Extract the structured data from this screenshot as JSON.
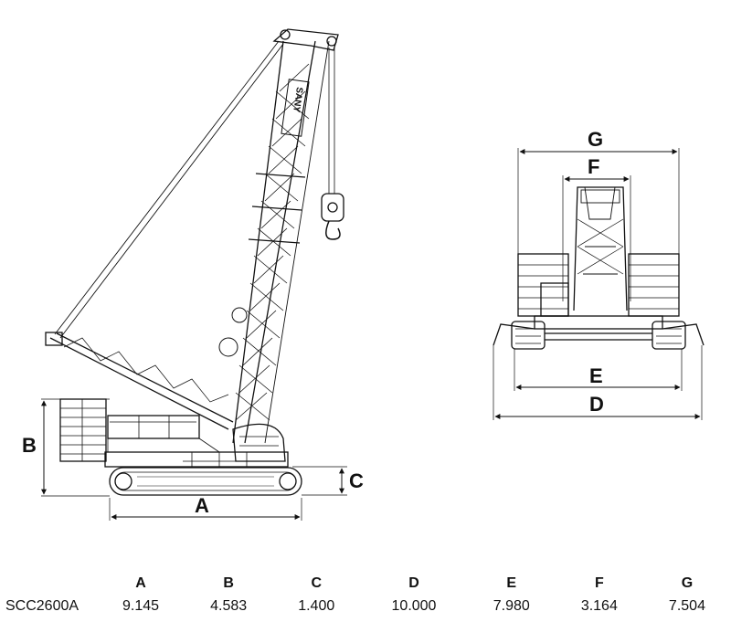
{
  "dimension_labels": {
    "side": [
      "A",
      "B",
      "C"
    ],
    "front": [
      "D",
      "E",
      "F",
      "G"
    ]
  },
  "boom_logo": "SANY",
  "spec_table": {
    "headers": [
      "A",
      "B",
      "C",
      "D",
      "E",
      "F",
      "G"
    ],
    "rows": [
      {
        "model": "SCC2600A",
        "values": [
          "9.145",
          "4.583",
          "1.400",
          "10.000",
          "7.980",
          "3.164",
          "7.504"
        ]
      }
    ]
  },
  "colors": {
    "line": "#111111",
    "background": "#ffffff"
  }
}
